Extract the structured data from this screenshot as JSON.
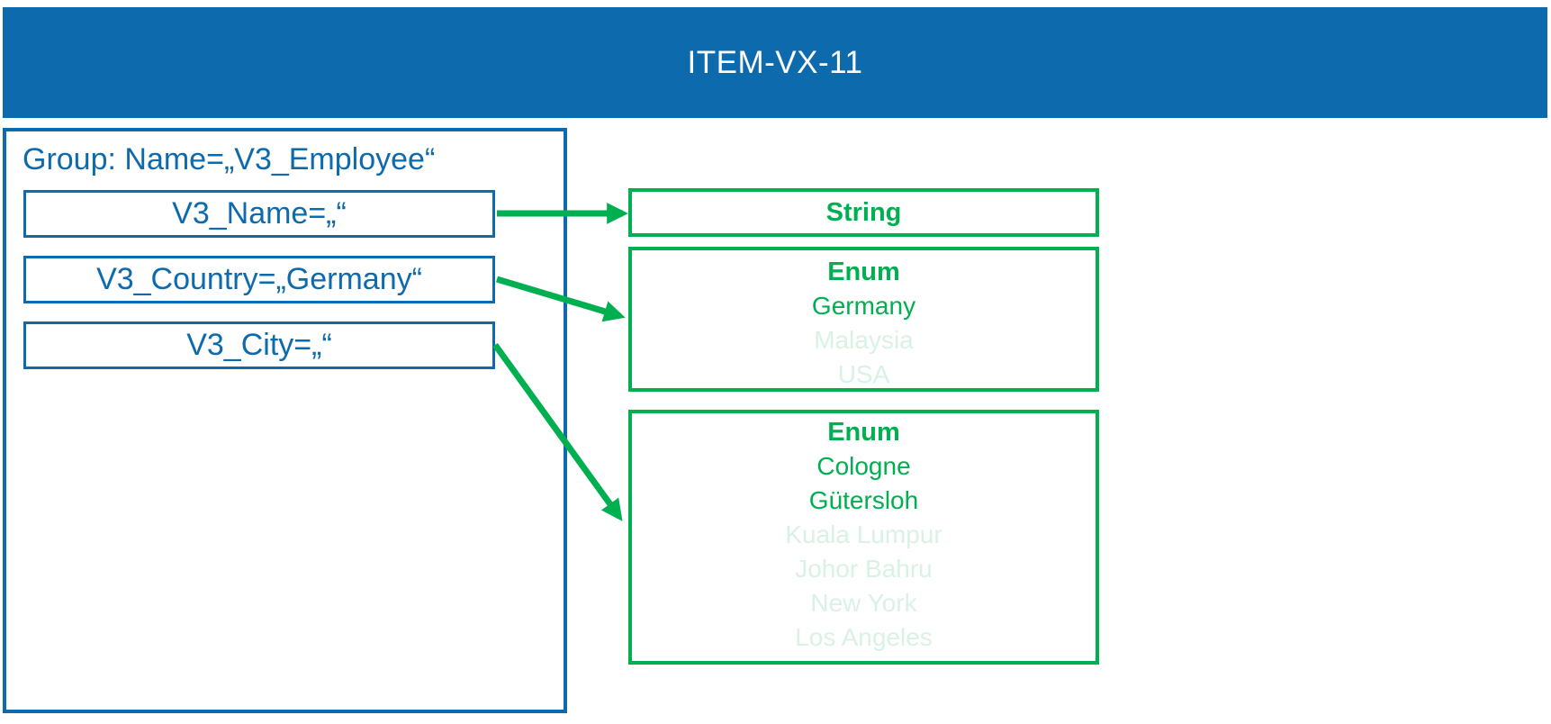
{
  "header": {
    "title": "ITEM-VX-11"
  },
  "colors": {
    "blue": "#0d6aad",
    "green": "#00b050",
    "green_muted": "#d9f2e4",
    "background": "#ffffff"
  },
  "group": {
    "label": "Group: Name=„V3_Employee“",
    "fields": [
      {
        "label": "V3_Name=„“"
      },
      {
        "label": "V3_Country=„Germany“"
      },
      {
        "label": "V3_City=„“"
      }
    ]
  },
  "types": {
    "string": {
      "title": "String"
    },
    "country_enum": {
      "title": "Enum",
      "values": [
        {
          "label": "Germany",
          "highlighted": true
        },
        {
          "label": "Malaysia",
          "highlighted": false
        },
        {
          "label": "USA",
          "highlighted": false
        }
      ]
    },
    "city_enum": {
      "title": "Enum",
      "values": [
        {
          "label": "Cologne",
          "highlighted": true
        },
        {
          "label": "Gütersloh",
          "highlighted": true
        },
        {
          "label": "Kuala Lumpur",
          "highlighted": false
        },
        {
          "label": "Johor Bahru",
          "highlighted": false
        },
        {
          "label": "New York",
          "highlighted": false
        },
        {
          "label": "Los Angeles",
          "highlighted": false
        }
      ]
    }
  },
  "arrows": [
    {
      "from": "V3_Name",
      "to": "String"
    },
    {
      "from": "V3_Country",
      "to": "Enum (countries)"
    },
    {
      "from": "V3_City",
      "to": "Enum (cities)"
    }
  ]
}
